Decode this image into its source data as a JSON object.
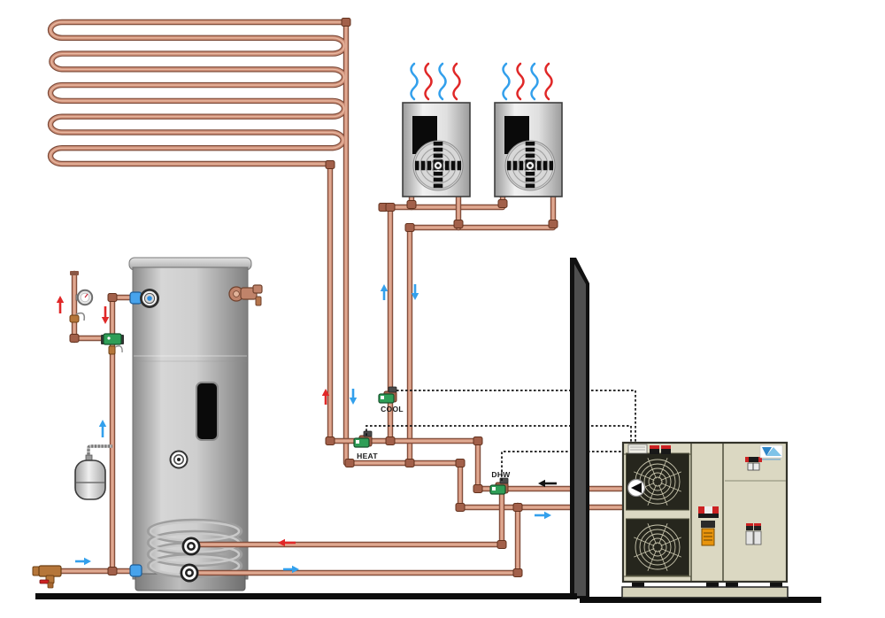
{
  "diagram": {
    "type": "hydronic-heat-pump-piping-schematic",
    "valve_labels": {
      "cool": "COOL",
      "heat": "HEAT",
      "dhw": "DHW"
    },
    "colors": {
      "copper": "#cf9079",
      "copper_outline": "#7a4836",
      "copper_light": "#eec3ab",
      "fitting": "#a2604a",
      "fitting_edge": "#63321e",
      "hot_arrow": "#e02828",
      "cold_arrow": "#33a0ec",
      "signal_line": "#131313",
      "valve_green": "#2f9e57",
      "valve_green_edge": "#17512c",
      "tank_gray": "#c6c6c6",
      "heat_pump_beige": "#dbd8c2",
      "wall_dark": "#161616",
      "logo_blue": "#2e86c8"
    }
  }
}
